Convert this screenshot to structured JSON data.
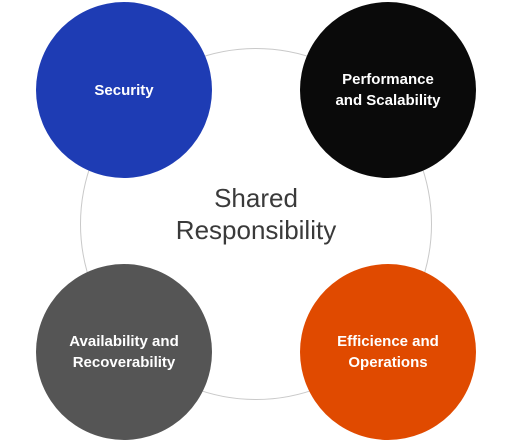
{
  "center": {
    "line1": "Shared",
    "line2": "Responsibility"
  },
  "nodes": [
    {
      "id": "security",
      "line1": "Security",
      "line2": "",
      "color": "#1e3cb4"
    },
    {
      "id": "performance",
      "line1": "Performance",
      "line2": "and Scalability",
      "color": "#0a0a0a"
    },
    {
      "id": "availability",
      "line1": "Availability and",
      "line2": "Recoverability",
      "color": "#555555"
    },
    {
      "id": "efficience",
      "line1": "Efficience and",
      "line2": "Operations",
      "color": "#e04a00"
    }
  ],
  "colors": {
    "ring": "#c9c9c9",
    "center_text": "#3a3a3a",
    "node_text": "#ffffff",
    "background": "#ffffff"
  }
}
